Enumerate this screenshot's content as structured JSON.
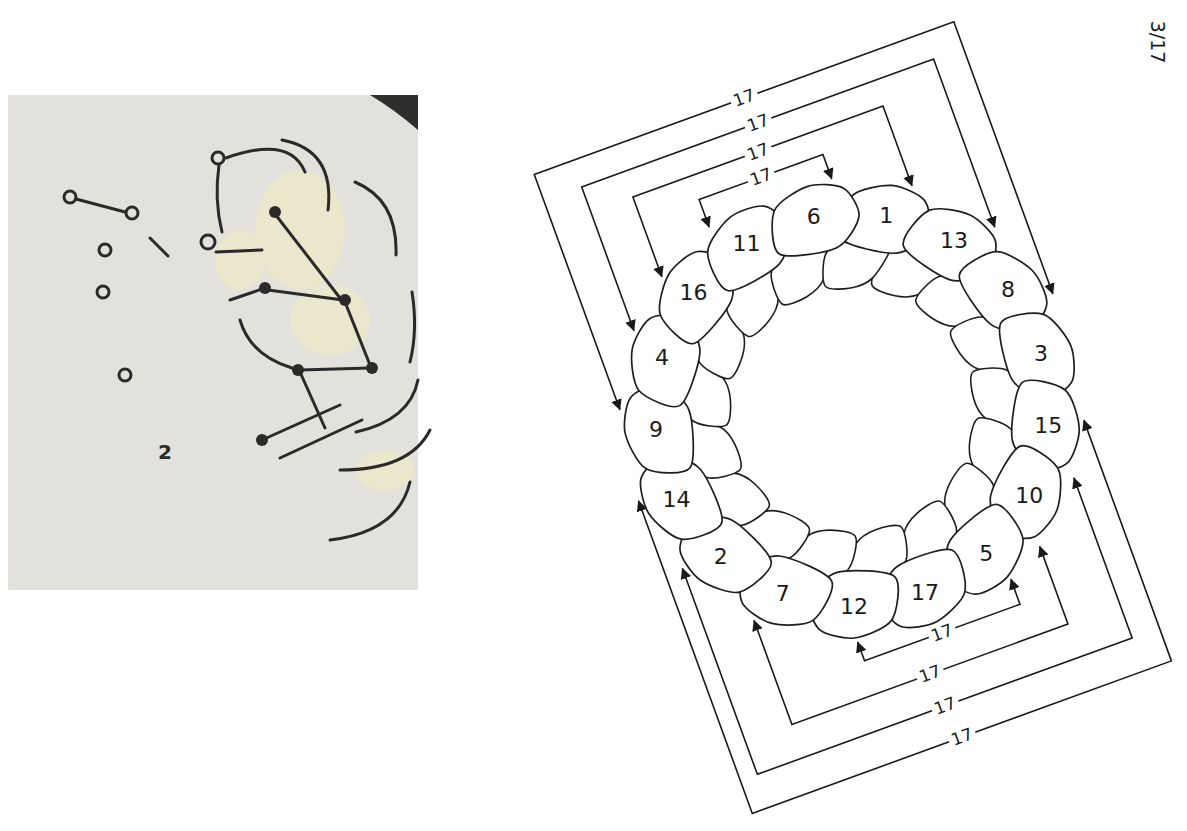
{
  "diagram": {
    "labels": [
      "1",
      "13",
      "8",
      "3",
      "15",
      "10",
      "5",
      "17",
      "12",
      "7",
      "2",
      "14",
      "9",
      "4",
      "16",
      "11",
      "6",
      "17",
      "17",
      "17",
      "17",
      "17",
      "17",
      "17",
      "17",
      "3/17",
      "2"
    ]
  }
}
